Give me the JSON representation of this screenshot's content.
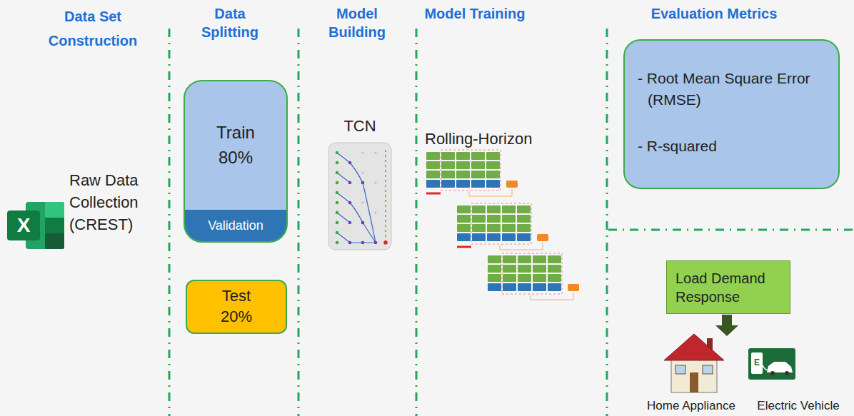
{
  "diagram": {
    "nodes": [
      {
        "text": [
          "Train 80%"
        ]
      },
      {
        "text": [
          "Validation"
        ],
        "in": 0
      },
      {
        "text": [
          "Test 20%"
        ]
      },
      {
        "text": [
          "TCN"
        ]
      },
      {
        "text": [
          "- Root Mean Square Error (RMSE)",
          "- R-squared"
        ]
      },
      {
        "text": [
          "Load Demand Response"
        ]
      }
    ],
    "labels": [
      "Data Set Construction",
      "Data Splitting",
      "Model Building",
      "Model Training",
      "Evaluation Metrics",
      "X",
      "Raw Data Collection (CREST)",
      "Rolling-Horizon",
      "E",
      "Home Appliance",
      "Electric Vehicle"
    ]
  }
}
